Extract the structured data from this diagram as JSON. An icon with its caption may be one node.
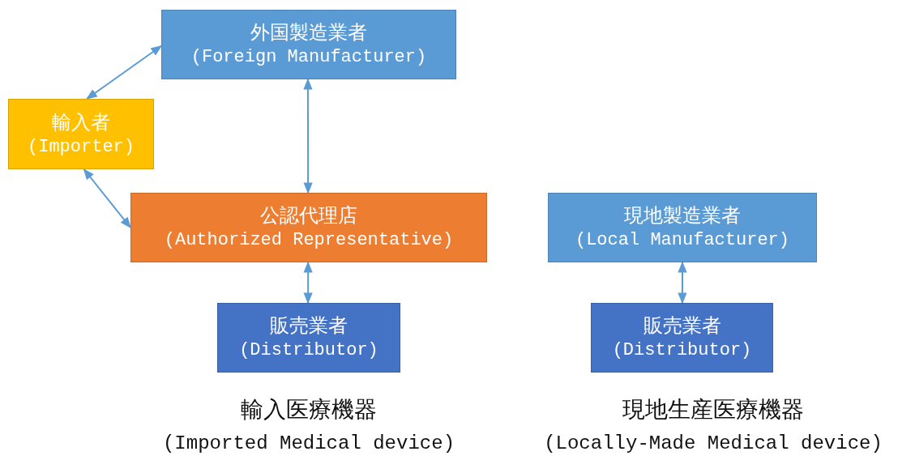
{
  "diagram": {
    "nodes": [
      {
        "text": [
          "外国製造業者",
          "(Foreign Manufacturer)"
        ]
      },
      {
        "text": [
          "輸入者",
          "(Importer)"
        ]
      },
      {
        "text": [
          "公認代理店",
          "(Authorized Representative)"
        ]
      },
      {
        "text": [
          "販売業者",
          "(Distributor)"
        ]
      },
      {
        "text": [
          "現地製造業者",
          "(Local Manufacturer)"
        ]
      },
      {
        "text": [
          "販売業者",
          "(Distributor)"
        ]
      }
    ],
    "edges": [
      {
        "from": 1,
        "to": 0,
        "arrow": "both"
      },
      {
        "from": 1,
        "to": 2,
        "arrow": "both"
      },
      {
        "from": 0,
        "to": 2,
        "arrow": "both"
      },
      {
        "from": 2,
        "to": 3,
        "arrow": "both"
      },
      {
        "from": 4,
        "to": 5,
        "arrow": "both"
      }
    ],
    "labels": [
      "輸入医療機器",
      "(Imported Medical device)",
      "現地生産医療機器",
      "(Locally-Made Medical device)"
    ]
  }
}
